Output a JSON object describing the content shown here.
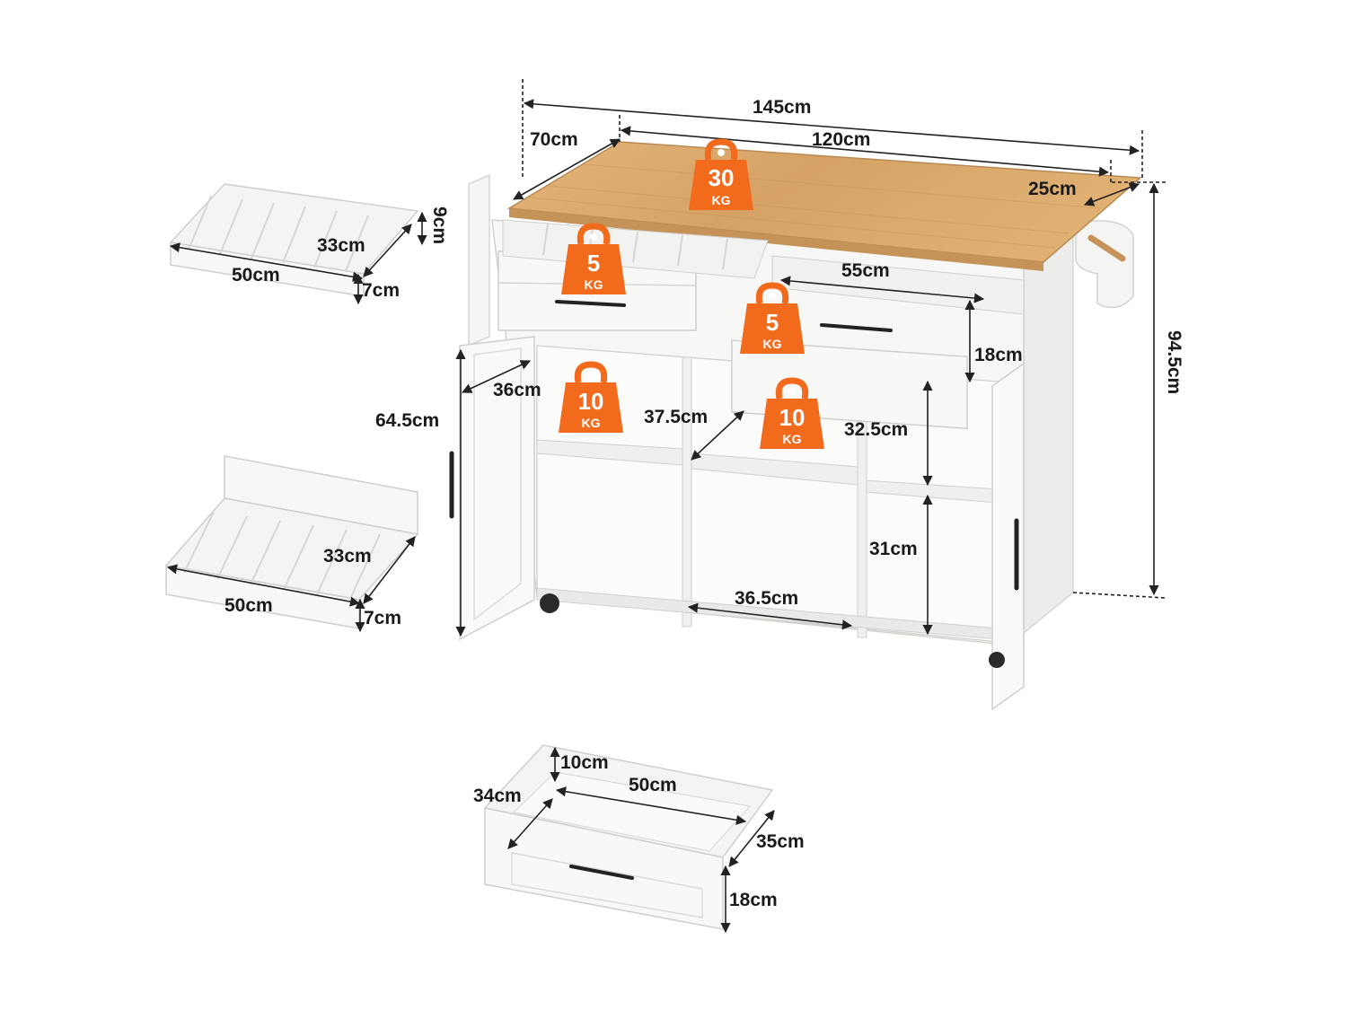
{
  "colors": {
    "weight_badge": "#f26b1d",
    "countertop": "#d9a86a",
    "cabinet_white": "#f7f7f5",
    "dimension_line": "#222222"
  },
  "weights": {
    "countertop": {
      "value": "30",
      "unit": "KG"
    },
    "left_drawer": {
      "value": "5",
      "unit": "KG"
    },
    "right_drawer": {
      "value": "5",
      "unit": "KG"
    },
    "left_shelf": {
      "value": "10",
      "unit": "KG"
    },
    "middle_shelf": {
      "value": "10",
      "unit": "KG"
    }
  },
  "main": {
    "total_width": "145cm",
    "depth": "70cm",
    "top_width": "120cm",
    "overhang": "25cm",
    "height": "94.5cm",
    "drawer_width": "55cm",
    "drawer_height": "18cm",
    "door_width": "36cm",
    "cabinet_height": "64.5cm",
    "shelf_depth": "37.5cm",
    "upper_compartment": "32.5cm",
    "lower_compartment": "31cm",
    "bottom_width": "36.5cm"
  },
  "organizer_top": {
    "depth": "9cm",
    "width_inner": "33cm",
    "length": "50cm",
    "height": "7cm"
  },
  "organizer_middle": {
    "width_inner": "33cm",
    "length": "50cm",
    "height": "7cm"
  },
  "deep_drawer": {
    "inner_height": "10cm",
    "width": "50cm",
    "depth_left": "34cm",
    "depth_right": "35cm",
    "height": "18cm"
  }
}
